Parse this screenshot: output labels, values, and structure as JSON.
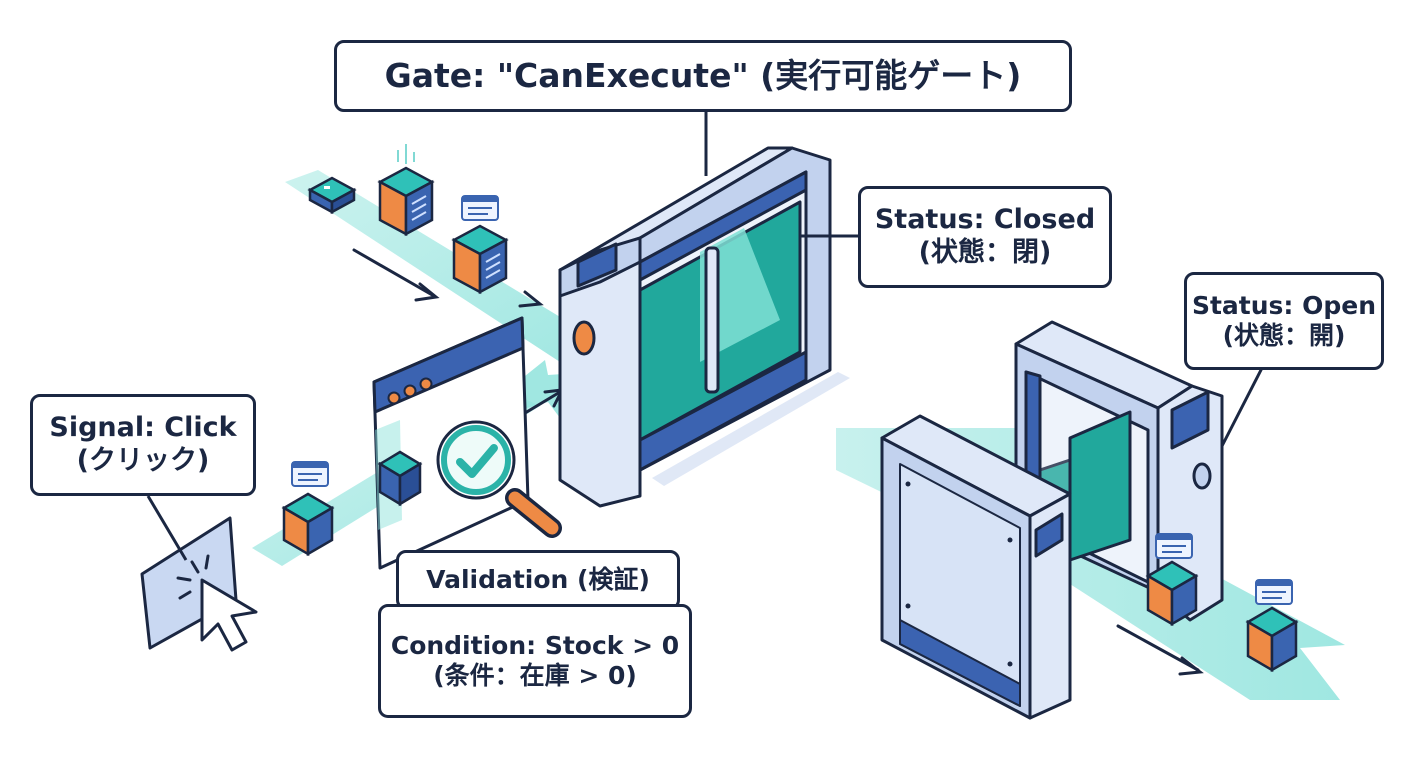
{
  "labels": {
    "gate": "Gate: \"CanExecute\" (実行可能ゲート)",
    "status_closed": {
      "line1": "Status: Closed",
      "line2": "(状態：閉)"
    },
    "status_open": {
      "line1": "Status: Open",
      "line2": "(状態：開)"
    },
    "signal": {
      "line1": "Signal: Click",
      "line2": "(クリック)"
    },
    "validation": "Validation (検証)",
    "condition": {
      "line1": "Condition: Stock > 0",
      "line2": "(条件：在庫 > 0)"
    }
  },
  "colors": {
    "outline": "#1b2742",
    "gate_fill": "#dfe8f8",
    "gate_side": "#c2d2ee",
    "gate_accent": "#3b63b1",
    "glass": "#21a89c",
    "flow": "#8fe3dc",
    "cube_top": "#2fc1b8",
    "cube_front": "#ee8a45",
    "cube_side": "#3a64b0",
    "check": "#2bb3a8",
    "handle": "#ee8a45"
  },
  "icons": [
    "cursor-icon",
    "magnifier-icon",
    "checkmark-icon",
    "data-cube-icon",
    "document-icon",
    "browser-window-icon"
  ]
}
